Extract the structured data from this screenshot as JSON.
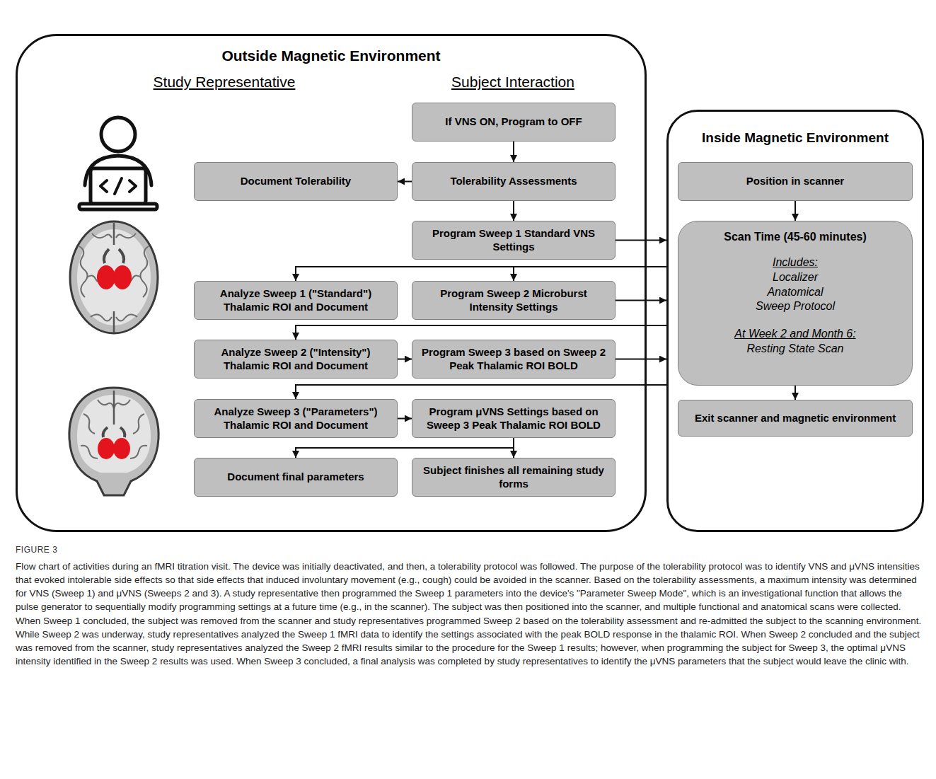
{
  "diagram": {
    "caption": "Flow chart of activities during an fMRI titration visit. The device was initially deactivated, and then, a tolerability protocol was followed. The purpose of the tolerability protocol was to identify VNS and μVNS intensities that evoked intolerable side effects so that side effects that induced involuntary movement (e.g., cough) could be avoided in the scanner. Based on the tolerability assessments, a maximum intensity was determined for VNS (Sweep 1) and μVNS (Sweeps 2 and 3). A study representative then programmed the Sweep 1 parameters into the device's \"Parameter Sweep Mode\", which is an investigational function that allows the pulse generator to sequentially modify programming settings at a future time (e.g., in the scanner). The subject was then positioned into the scanner, and multiple functional and anatomical scans were collected. When Sweep 1 concluded, the subject was removed from the scanner and study representatives programmed Sweep 2 based on the tolerability assessment and re-admitted the subject to the scanning environment. While Sweep 2 was underway, study representatives analyzed the Sweep 1 fMRI data to identify the settings associated with the peak BOLD response in the thalamic ROI. When Sweep 2 concluded and the subject was removed from the scanner, study representatives analyzed the Sweep 2 fMRI results similar to the procedure for the Sweep 1 results; however, when programming the subject for Sweep 3, the optimal μVNS intensity identified in the Sweep 2 results was used. When Sweep 3 concluded, a final analysis was completed by study representatives to identify the μVNS parameters that the subject would leave the clinic with.",
    "nodes": [
      {
        "text": [
          "Outside Magnetic Environment"
        ]
      },
      {
        "text": [
          "If VNS ON, Program to OFF"
        ],
        "in": 0
      },
      {
        "text": [
          "Document Tolerability"
        ],
        "in": 0
      },
      {
        "text": [
          "Tolerability Assessments"
        ],
        "in": 0
      },
      {
        "text": [
          "Program Sweep 1 Standard VNS Settings"
        ],
        "in": 0
      },
      {
        "text": [
          "Analyze Sweep 1 (\"Standard\") Thalamic ROI and Document"
        ],
        "in": 0
      },
      {
        "text": [
          "Program Sweep 2 Microburst Intensity Settings"
        ],
        "in": 0
      },
      {
        "text": [
          "Analyze Sweep 2 (\"Intensity\") Thalamic ROI and Document"
        ],
        "in": 0
      },
      {
        "text": [
          "Program Sweep 3 based on Sweep 2 Peak Thalamic ROI BOLD"
        ],
        "in": 0
      },
      {
        "text": [
          "Analyze Sweep 3 (\"Parameters\") Thalamic ROI and Document"
        ],
        "in": 0
      },
      {
        "text": [
          "Program μVNS Settings based on Sweep 3 Peak Thalamic ROI BOLD"
        ],
        "in": 0
      },
      {
        "text": [
          "Document final parameters"
        ],
        "in": 0
      },
      {
        "text": [
          "Subject finishes all remaining study forms"
        ],
        "in": 0
      },
      {
        "text": [
          "Inside Magnetic Environment"
        ]
      },
      {
        "text": [
          "Position in scanner"
        ],
        "in": 13
      },
      {
        "text": [
          "Scan Time (45-60 minutes)",
          "Includes:",
          "Localizer",
          "Anatomical",
          "Sweep Protocol",
          "At Week 2 and Month 6:",
          "Resting State Scan"
        ],
        "in": 13
      },
      {
        "text": [
          "Exit scanner and magnetic environment"
        ],
        "in": 13
      }
    ],
    "edges": [
      {
        "from": 1,
        "to": 3,
        "arrow": "to"
      },
      {
        "from": 3,
        "to": 2,
        "arrow": "to"
      },
      {
        "from": 3,
        "to": 4,
        "arrow": "to"
      },
      {
        "from": 4,
        "to": 13,
        "arrow": "to"
      },
      {
        "from": 13,
        "to": 5,
        "arrow": "to"
      },
      {
        "from": 13,
        "to": 6,
        "arrow": "to"
      },
      {
        "from": 6,
        "to": 13,
        "arrow": "to"
      },
      {
        "from": 13,
        "to": 7,
        "arrow": "to"
      },
      {
        "from": 7,
        "to": 8,
        "arrow": "to"
      },
      {
        "from": 8,
        "to": 13,
        "arrow": "to"
      },
      {
        "from": 13,
        "to": 9,
        "arrow": "to"
      },
      {
        "from": 9,
        "to": 10,
        "arrow": "to"
      },
      {
        "from": 10,
        "to": 11,
        "arrow": "to"
      },
      {
        "from": 10,
        "to": 12,
        "arrow": "to"
      },
      {
        "from": 14,
        "to": 15,
        "arrow": "to"
      },
      {
        "from": 15,
        "to": 16,
        "arrow": "to"
      }
    ],
    "labels": [
      "Study Representative",
      "Subject Interaction",
      "FIGURE 3"
    ]
  }
}
